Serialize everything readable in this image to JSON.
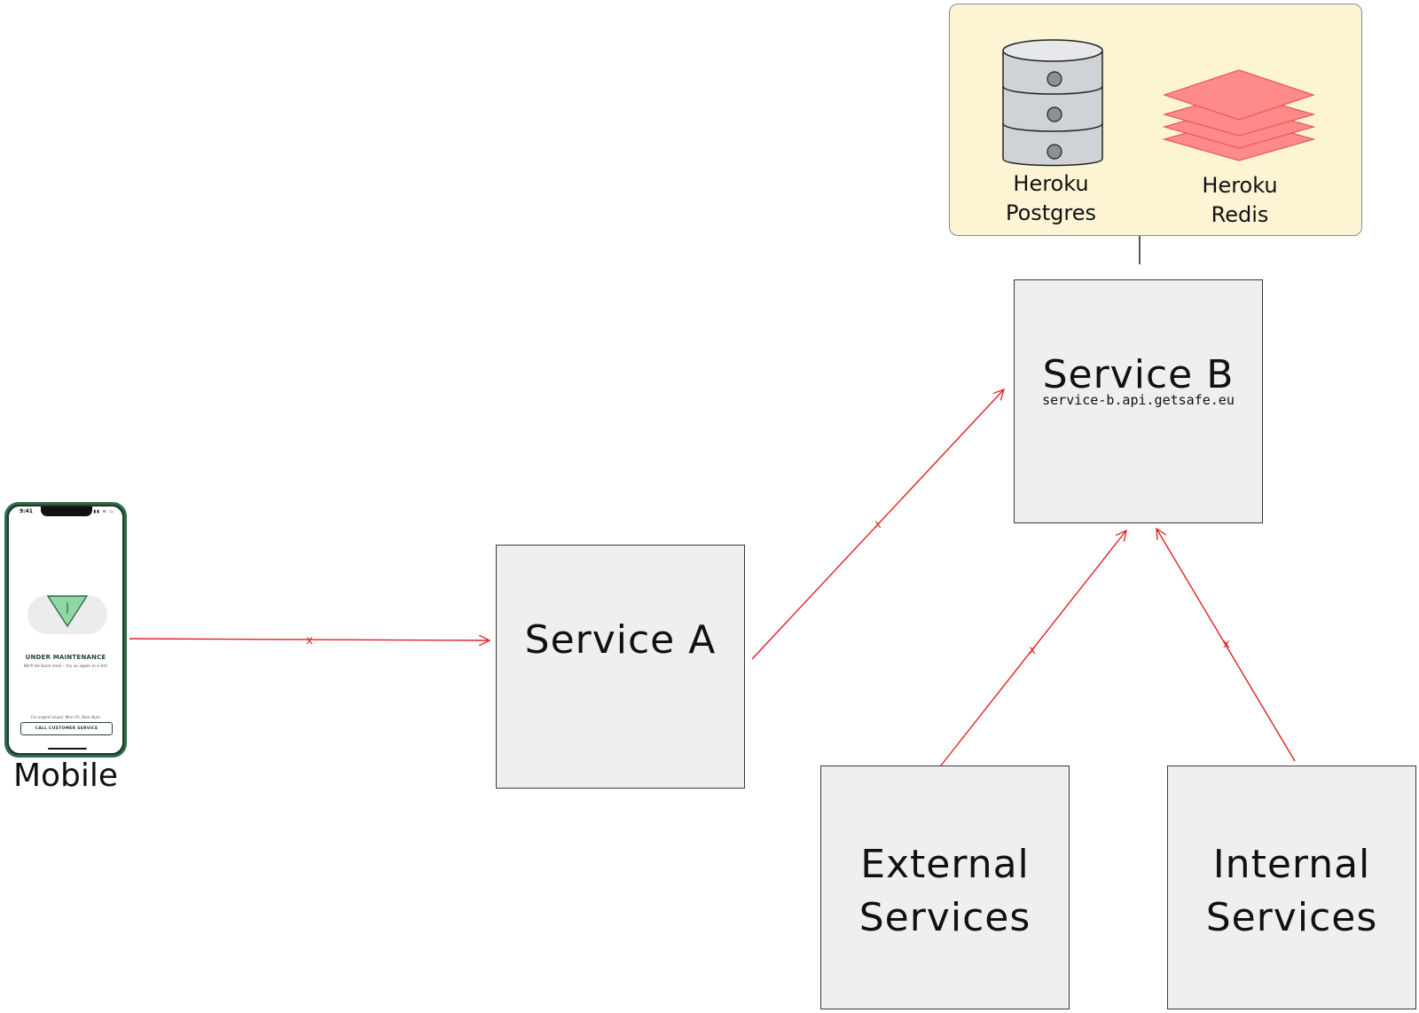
{
  "nodes": {
    "service_a": {
      "label": "Service A"
    },
    "service_b": {
      "label": "Service B",
      "host": "service-b.api.getsafe.eu"
    },
    "external": {
      "line1": "External",
      "line2": "Services"
    },
    "internal": {
      "line1": "Internal",
      "line2": "Services"
    },
    "mobile": {
      "label": "Mobile"
    }
  },
  "data_stores": {
    "postgres": {
      "line1": "Heroku",
      "line2": "Postgres",
      "icon": "database-icon"
    },
    "redis": {
      "line1": "Heroku",
      "line2": "Redis",
      "icon": "layers-icon"
    }
  },
  "phone_screen": {
    "time": "9:41",
    "status_icons": "▮▮ ≋ ▭",
    "title": "UNDER MAINTENANCE",
    "subtitle": "We'll be back soon – try us again in a bit!",
    "urgent": "For urgent issues: Mon–Fri, 9am–6pm",
    "button": "CALL CUSTOMER SERVICE"
  },
  "edges": [
    {
      "from": "Mobile",
      "to": "Service A",
      "marker": "x"
    },
    {
      "from": "Service A",
      "to": "Service B",
      "marker": "x"
    },
    {
      "from": "External Services",
      "to": "Service B",
      "marker": "x"
    },
    {
      "from": "Internal Services",
      "to": "Service B",
      "marker": "x"
    },
    {
      "from": "Service B",
      "to": "Data stores",
      "marker": ""
    }
  ],
  "edge_marker": "x",
  "colors": {
    "box_fill": "#efefef",
    "store_group_fill": "#fdf4d4",
    "edge_red": "#e02020",
    "edge_black": "#111111",
    "db_fill": "#cfd3d8",
    "redis_fill": "#ff8a8a",
    "phone_green": "#2f6a4a"
  }
}
